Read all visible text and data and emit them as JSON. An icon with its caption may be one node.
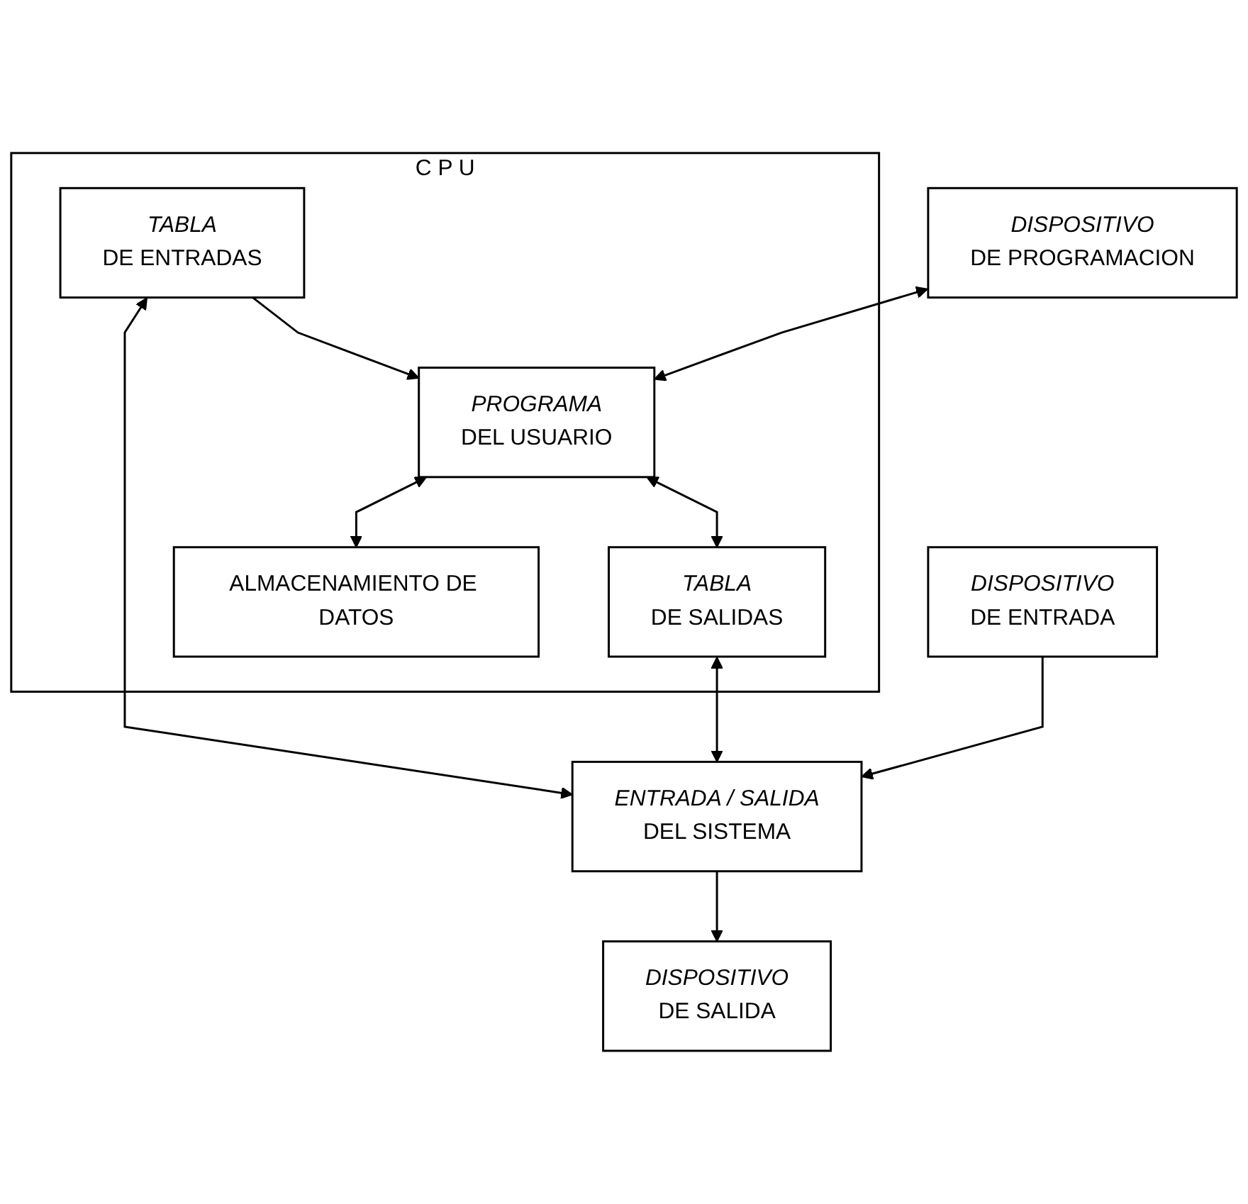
{
  "diagram": {
    "nodes": [
      {
        "text": [
          "DISPOSITIVO",
          "DE PROGRAMACION"
        ]
      },
      {
        "text": [
          "C P U"
        ]
      },
      {
        "text": [
          "TABLA",
          "DE ENTRADAS"
        ],
        "in": 1
      },
      {
        "text": [
          "PROGRAMA",
          "DEL USUARIO"
        ],
        "in": 1
      },
      {
        "text": [
          "TABLA",
          "DE SALIDAS"
        ],
        "in": 1
      },
      {
        "text": [
          "ALMACENAMIENTO DE DATOS"
        ],
        "in": 1
      },
      {
        "text": [
          "DISPOSITIVO",
          "DE ENTRADA"
        ]
      },
      {
        "text": [
          "ENTRADA / SALIDA",
          "DEL SISTEMA"
        ]
      },
      {
        "text": [
          "DISPOSITIVO",
          "DE SALIDA"
        ]
      }
    ],
    "edges": [
      {
        "from": 0,
        "to": 3,
        "arrow": "both"
      },
      {
        "from": 2,
        "to": 3,
        "arrow": "to"
      },
      {
        "from": 3,
        "to": 4,
        "arrow": "both"
      },
      {
        "from": 3,
        "to": 5,
        "arrow": "both"
      },
      {
        "from": 2,
        "to": 7,
        "arrow": "both"
      },
      {
        "from": 4,
        "to": 7,
        "arrow": "both"
      },
      {
        "from": 6,
        "to": 7,
        "arrow": "to"
      },
      {
        "from": 7,
        "to": 8,
        "arrow": "to"
      }
    ]
  }
}
